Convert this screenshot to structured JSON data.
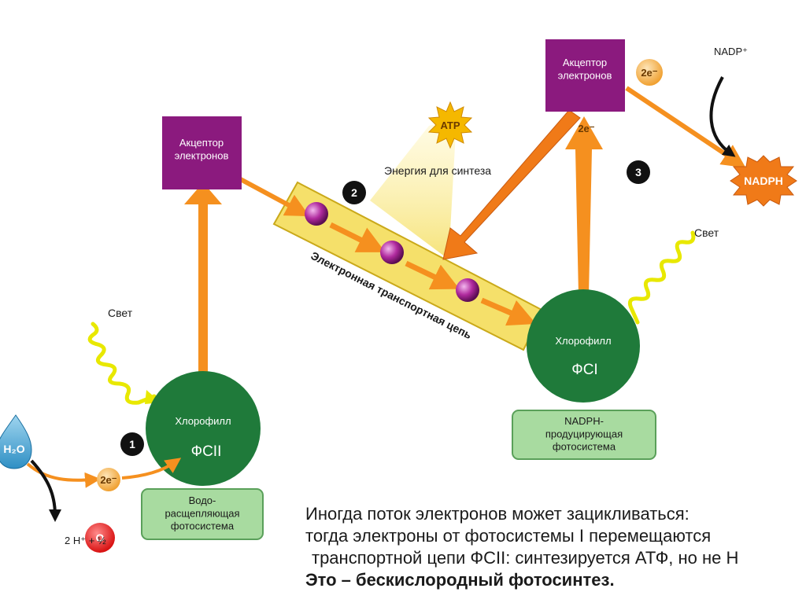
{
  "diagram": {
    "acceptor_left": "Акцептор\nэлектронов",
    "acceptor_right": "Акцептор\nэлектронов",
    "chlorophyll_left": "Хлорофилл",
    "chlorophyll_right": "Хлорофилл",
    "ps2_name": "ФСII",
    "ps1_name": "ФСI",
    "ps2_box": "Водо-\nрасщепляющая\nфотосистема",
    "ps1_box": "NADPH-\nпродуцирующая\nфотосистема",
    "etc_label": "Электронная транспортная цепь",
    "energy_label": "Энергия для синтеза",
    "atp": "ATP",
    "nadph": "NADPH",
    "nadp": "NADP⁺",
    "light_left": "Свет",
    "light_right": "Свет",
    "electrons": "2e⁻",
    "water": "H₂O",
    "products": "2 H⁺ + ½",
    "oxygen": "O",
    "step1": "1",
    "step2": "2",
    "step3": "3",
    "colors": {
      "acceptor": "#8b1a7e",
      "chlorophyll": "#1f7a3a",
      "ps_box": "#a8dba0",
      "etc": "#f5e06a",
      "arrow": "#f5901f",
      "wave": "#e8e800",
      "atp": "#f5b800",
      "nadph": "#f08020",
      "electron": "#a0208e"
    }
  },
  "caption": {
    "line1": "Иногда поток электронов может зацикливаться:",
    "line2": "тогда электроны от фотосистемы I перемещаются",
    "line3": "транспортной цепи ФСII: синтезируется АТФ, но не Н",
    "line4": "Это – бескислородный фотосинтез."
  }
}
